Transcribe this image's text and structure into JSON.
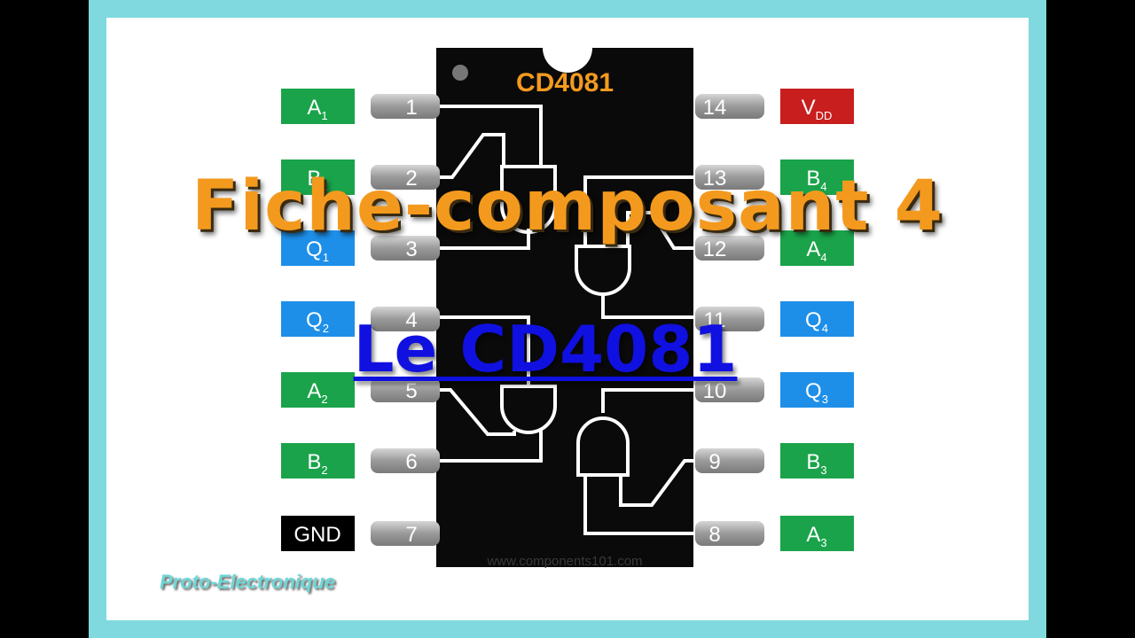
{
  "chip": {
    "name": "CD4081",
    "watermark": "www.components101.com"
  },
  "pins_left": [
    {
      "num": "1",
      "main": "A",
      "sub": "1",
      "color": "#1aa34a"
    },
    {
      "num": "2",
      "main": "B",
      "sub": "1",
      "color": "#1aa34a"
    },
    {
      "num": "3",
      "main": "Q",
      "sub": "1",
      "color": "#1e8fe8"
    },
    {
      "num": "4",
      "main": "Q",
      "sub": "2",
      "color": "#1e8fe8"
    },
    {
      "num": "5",
      "main": "A",
      "sub": "2",
      "color": "#1aa34a"
    },
    {
      "num": "6",
      "main": "B",
      "sub": "2",
      "color": "#1aa34a"
    },
    {
      "num": "7",
      "main": "GND",
      "sub": "",
      "color": "#000000"
    }
  ],
  "pins_right": [
    {
      "num": "14",
      "main": "V",
      "sub": "DD",
      "color": "#c81e1e"
    },
    {
      "num": "13",
      "main": "B",
      "sub": "4",
      "color": "#1aa34a"
    },
    {
      "num": "12",
      "main": "A",
      "sub": "4",
      "color": "#1aa34a"
    },
    {
      "num": "11",
      "main": "Q",
      "sub": "4",
      "color": "#1e8fe8"
    },
    {
      "num": "10",
      "main": "Q",
      "sub": "3",
      "color": "#1e8fe8"
    },
    {
      "num": "9",
      "main": "B",
      "sub": "3",
      "color": "#1aa34a"
    },
    {
      "num": "8",
      "main": "A",
      "sub": "3",
      "color": "#1aa34a"
    }
  ],
  "title": "Fiche-composant 4",
  "subtitle": "Le CD4081",
  "brand": "Proto-Electronique",
  "colors": {
    "title": "#f39a1e",
    "subtitle": "#1010e0",
    "brand": "#6ed6d6",
    "chip_name": "#f39a1e",
    "frame": "#7fd9de"
  }
}
